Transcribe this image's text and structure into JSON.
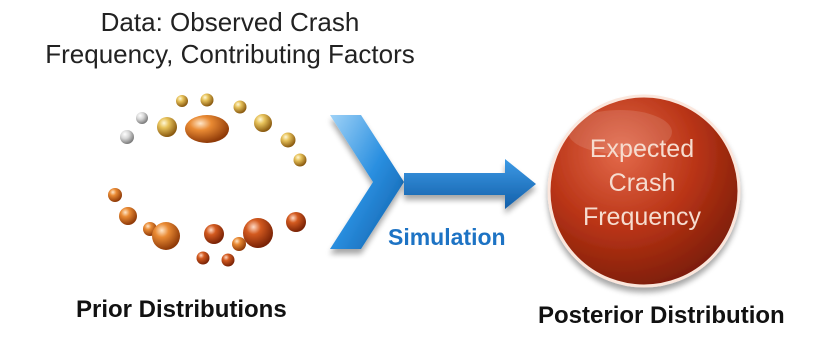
{
  "data_title": {
    "line1": "Data: Observed Crash",
    "line2": "Frequency, Contributing Factors"
  },
  "prior_label": "Prior Distributions",
  "simulation_label": "Simulation",
  "circle": {
    "line1": "Expected",
    "line2": "Crash",
    "line3": "Frequency"
  },
  "posterior_label": "Posterior Distribution",
  "colors": {
    "arrow_blue": "#1f78c8",
    "chevron_blue": "#2a8fe0",
    "circle_red": "#c0391c",
    "bead_gold": "#c9952a",
    "bead_orange": "#d8671e",
    "bead_silver": "#c8c8c8"
  }
}
